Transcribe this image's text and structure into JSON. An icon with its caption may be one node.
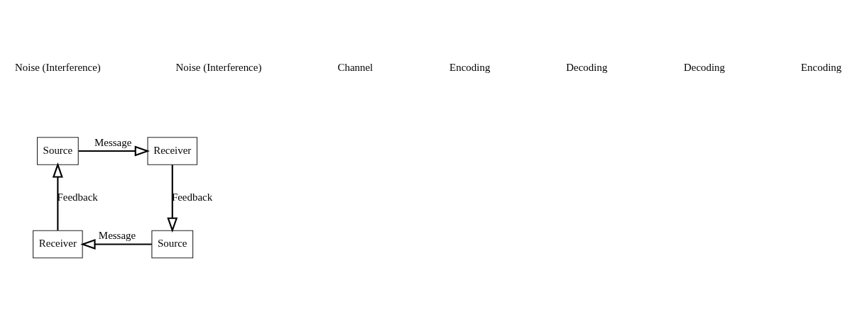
{
  "diagram": {
    "nodes": [
      {
        "text": [
          "Source"
        ]
      },
      {
        "text": [
          "Receiver"
        ]
      },
      {
        "text": [
          "Receiver"
        ]
      },
      {
        "text": [
          "Source"
        ]
      }
    ],
    "edges": [
      {
        "from": 0,
        "to": 1,
        "arrow": "to",
        "label": "Message"
      },
      {
        "from": 1,
        "to": 3,
        "arrow": "to",
        "label": "Feedback"
      },
      {
        "from": 3,
        "to": 2,
        "arrow": "to",
        "label": "Message"
      },
      {
        "from": 2,
        "to": 0,
        "arrow": "to",
        "label": "Feedback"
      }
    ],
    "labels": [
      "Noise (Interference)",
      "Noise (Interference)",
      "Channel",
      "Encoding",
      "Decoding",
      "Decoding",
      "Encoding"
    ]
  }
}
